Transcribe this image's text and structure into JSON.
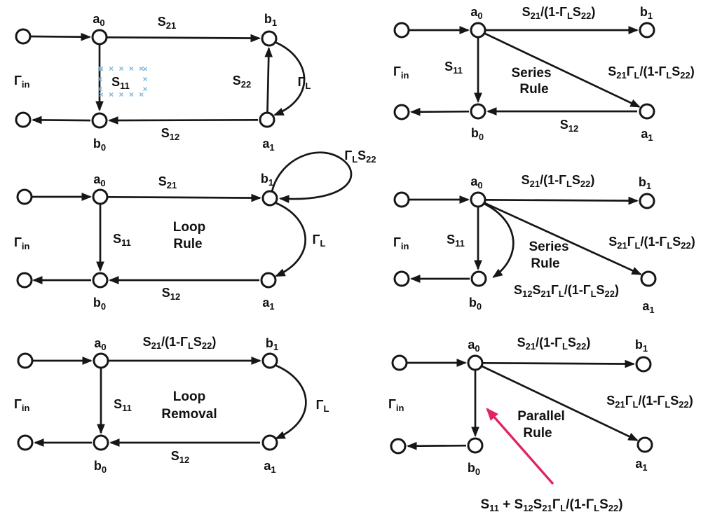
{
  "colors": {
    "ink": "#161616",
    "node_fill": "#ffffff",
    "highlight_marks": "#7fb8da",
    "annotation_arrow": "#e02565"
  },
  "panels": {
    "original": {
      "gamma_in": "Γ_{in}",
      "nodes": {
        "a0": "a_{0}",
        "b1": "b_{1}",
        "b0": "b_{0}",
        "a1": "a_{1}"
      },
      "edges": {
        "s21": "S_{21}",
        "s11": "S_{11}",
        "s22": "S_{22}",
        "gamma_L": "Γ_{L}",
        "s12": "S_{12}"
      },
      "selection_marks": {
        "row": "× × × × ×",
        "col": "× × ×"
      }
    },
    "series_rule_top": {
      "rule": [
        "Series",
        "Rule"
      ],
      "gamma_in": "Γ_{in}",
      "nodes": {
        "a0": "a_{0}",
        "b1": "b_{1}",
        "b0": "b_{0}",
        "a1": "a_{1}"
      },
      "edges": {
        "s21_eq": "S_{21}/(1-Γ_{L}S_{22})",
        "s11": "S_{11}",
        "diagonal": "S_{21}Γ_{L}/(1-Γ_{L}S_{22})",
        "s12": "S_{12}"
      }
    },
    "loop_rule": {
      "rule": [
        "Loop",
        "Rule"
      ],
      "gamma_in": "Γ_{in}",
      "nodes": {
        "a0": "a_{0}",
        "b1": "b_{1}",
        "b0": "b_{0}",
        "a1": "a_{1}"
      },
      "edges": {
        "s21": "S_{21}",
        "s11": "S_{11}",
        "self_loop": "Γ_{L}S_{22}",
        "gamma_L": "Γ_{L}",
        "s12": "S_{12}"
      }
    },
    "series_rule_mid": {
      "rule": [
        "Series",
        "Rule"
      ],
      "gamma_in": "Γ_{in}",
      "nodes": {
        "a0": "a_{0}",
        "b1": "b_{1}",
        "b0": "b_{0}",
        "a1": "a_{1}"
      },
      "edges": {
        "s21_eq": "S_{21}/(1-Γ_{L}S_{22})",
        "s11": "S_{11}",
        "diagonal": "S_{21}Γ_{L}/(1-Γ_{L}S_{22})",
        "combined": "S_{12}S_{21}Γ_{L}/(1-Γ_{L}S_{22})"
      }
    },
    "loop_removal": {
      "rule": [
        "Loop",
        "Removal"
      ],
      "gamma_in": "Γ_{in}",
      "nodes": {
        "a0": "a_{0}",
        "b1": "b_{1}",
        "b0": "b_{0}",
        "a1": "a_{1}"
      },
      "edges": {
        "s21_eq": "S_{21}/(1-Γ_{L}S_{22})",
        "s11": "S_{11}",
        "gamma_L": "Γ_{L}",
        "s12": "S_{12}"
      }
    },
    "parallel_rule": {
      "rule": [
        "Parallel",
        "Rule"
      ],
      "gamma_in": "Γ_{in}",
      "nodes": {
        "a0": "a_{0}",
        "b1": "b_{1}",
        "b0": "b_{0}",
        "a1": "a_{1}"
      },
      "edges": {
        "s21_eq": "S_{21}/(1-Γ_{L}S_{22})",
        "diagonal": "S_{21}Γ_{L}/(1-Γ_{L}S_{22})"
      },
      "annotation": "S_{11} + S_{12}S_{21}Γ_{L}/(1-Γ_{L}S_{22})"
    }
  }
}
